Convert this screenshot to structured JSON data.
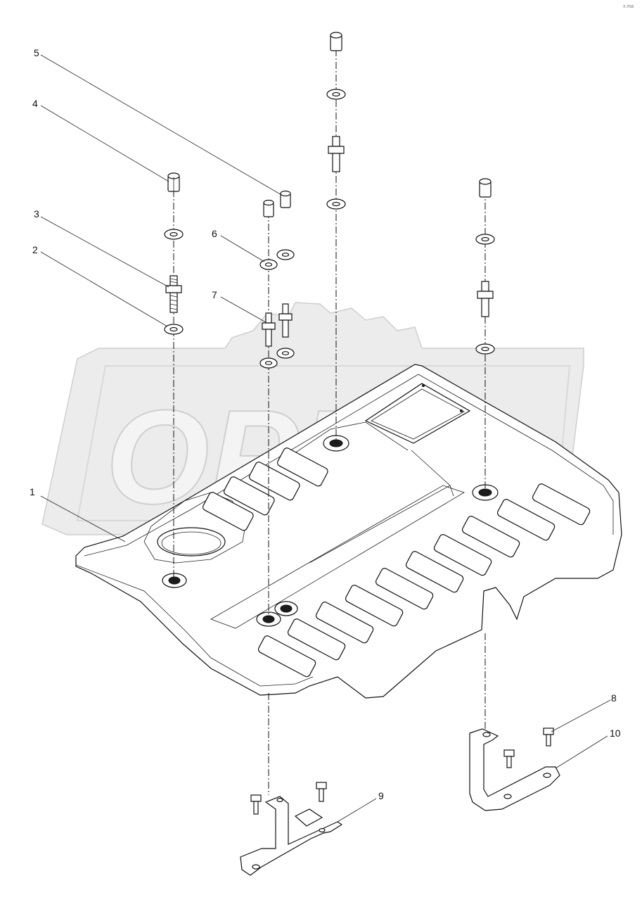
{
  "watermark": {
    "text": "OPEX"
  },
  "corner_mark": "x.ma",
  "callouts": [
    {
      "id": "label-1",
      "text": "1"
    },
    {
      "id": "label-2",
      "text": "2"
    },
    {
      "id": "label-3",
      "text": "3"
    },
    {
      "id": "label-4",
      "text": "4"
    },
    {
      "id": "label-5",
      "text": "5"
    },
    {
      "id": "label-6",
      "text": "6"
    },
    {
      "id": "label-7",
      "text": "7"
    },
    {
      "id": "label-8",
      "text": "8"
    },
    {
      "id": "label-9",
      "text": "9"
    },
    {
      "id": "label-10",
      "text": "10"
    }
  ]
}
